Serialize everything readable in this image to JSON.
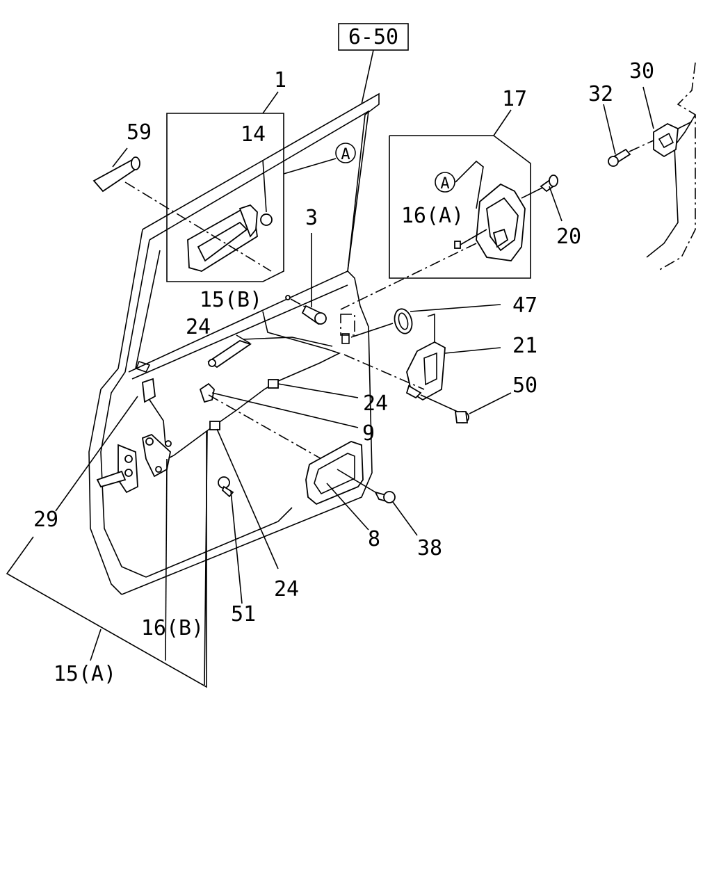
{
  "diagram": {
    "ref_box": "6-50",
    "callouts": {
      "c1": "1",
      "c3": "3",
      "c8": "8",
      "c9": "9",
      "c14": "14",
      "c15a": "15(A)",
      "c15b": "15(B)",
      "c16a": "16(A)",
      "c16b": "16(B)",
      "c17": "17",
      "c20": "20",
      "c21": "21",
      "c24a": "24",
      "c24b": "24",
      "c24c": "24",
      "c29": "29",
      "c30": "30",
      "c32": "32",
      "c38": "38",
      "c47": "47",
      "c50": "50",
      "c51": "51",
      "c59": "59",
      "circle_a1": "A",
      "circle_a2": "A"
    }
  }
}
